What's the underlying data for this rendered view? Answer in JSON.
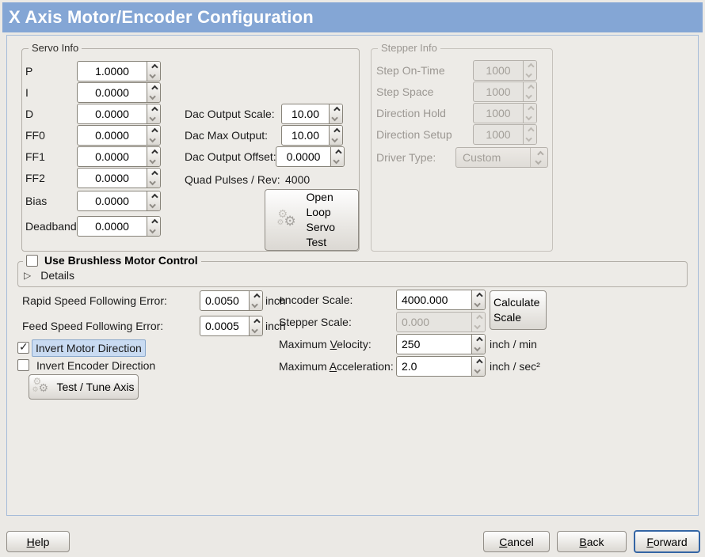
{
  "window_title": "X Axis Motor/Encoder Configuration",
  "servo_info": {
    "title": "Servo Info",
    "fields": [
      {
        "label": "P",
        "value": "1.0000"
      },
      {
        "label": "I",
        "value": "0.0000"
      },
      {
        "label": "D",
        "value": "0.0000"
      },
      {
        "label": "FF0",
        "value": "0.0000"
      },
      {
        "label": "FF1",
        "value": "0.0000"
      },
      {
        "label": "FF2",
        "value": "0.0000"
      },
      {
        "label": "Bias",
        "value": "0.0000"
      },
      {
        "label": "Deadband",
        "value": "0.0000"
      }
    ],
    "dac_output_scale": {
      "label": "Dac Output Scale:",
      "value": "10.00"
    },
    "dac_max_output": {
      "label": "Dac Max Output:",
      "value": "10.00"
    },
    "dac_output_offset": {
      "label": "Dac Output Offset:",
      "value": "0.0000"
    },
    "quad_pulses": {
      "label": "Quad Pulses / Rev:",
      "value": "4000"
    },
    "open_loop_button": "Open Loop Servo Test"
  },
  "stepper_info": {
    "title": "Stepper Info",
    "fields": [
      {
        "label": "Step On-Time",
        "value": "1000"
      },
      {
        "label": "Step Space",
        "value": "1000"
      },
      {
        "label": "Direction Hold",
        "value": "1000"
      },
      {
        "label": "Direction Setup",
        "value": "1000"
      }
    ],
    "driver_type": {
      "label": "Driver Type:",
      "value": "Custom"
    }
  },
  "brushless": {
    "checkbox_label": "Use Brushless Motor Control",
    "details_label": "Details"
  },
  "errors": {
    "rapid": {
      "label": "Rapid Speed Following Error:",
      "value": "0.0050",
      "unit": "inch"
    },
    "feed": {
      "label": "Feed Speed Following Error:",
      "value": "0.0005",
      "unit": "inch"
    }
  },
  "direction": {
    "invert_motor_label": "Invert Motor Direction",
    "invert_encoder_label": "Invert Encoder Direction",
    "test_tune_button": "Test / Tune Axis"
  },
  "scaling": {
    "encoder": {
      "label": "encoder Scale:",
      "value": "4000.000"
    },
    "calculate_button": "Calculate Scale",
    "stepper": {
      "label": "Stepper Scale:",
      "value": "0.000"
    },
    "velocity": {
      "pre": "Maximum ",
      "key": "V",
      "rest": "elocity:",
      "value": "250",
      "unit": "inch / min"
    },
    "acceleration": {
      "pre": "Maximum ",
      "key": "A",
      "rest": "cceleration:",
      "value": "2.0",
      "unit": "inch / sec²"
    }
  },
  "actions": {
    "help": {
      "key": "H",
      "rest": "elp"
    },
    "cancel": {
      "key": "C",
      "rest": "ancel"
    },
    "back": {
      "key": "B",
      "rest": "ack"
    },
    "forward": {
      "key": "F",
      "rest": "orward"
    }
  },
  "icons": {
    "gears": "⚙",
    "expander": "▷",
    "check": "✓"
  }
}
